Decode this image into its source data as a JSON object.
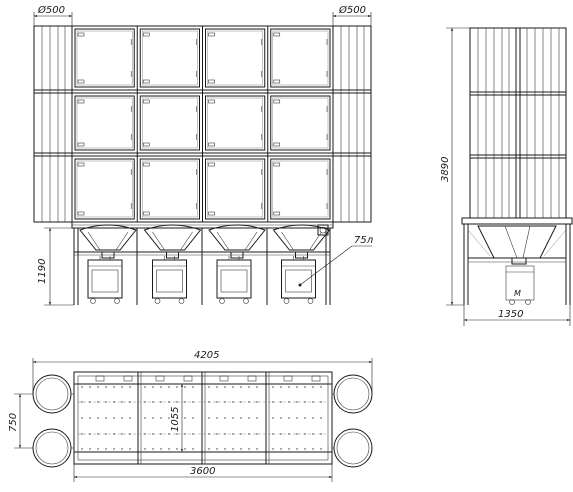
{
  "front_view": {
    "dim_diam_left": "Ø500",
    "dim_diam_right": "Ø500",
    "dim_height": "1190",
    "bin_label": "75л"
  },
  "side_view": {
    "dim_height": "3890",
    "dim_width": "1350",
    "marker": "М"
  },
  "top_view": {
    "dim_total_length": "4205",
    "dim_inner_length": "3600",
    "dim_depth": "750",
    "dim_inner_depth": "1055"
  }
}
